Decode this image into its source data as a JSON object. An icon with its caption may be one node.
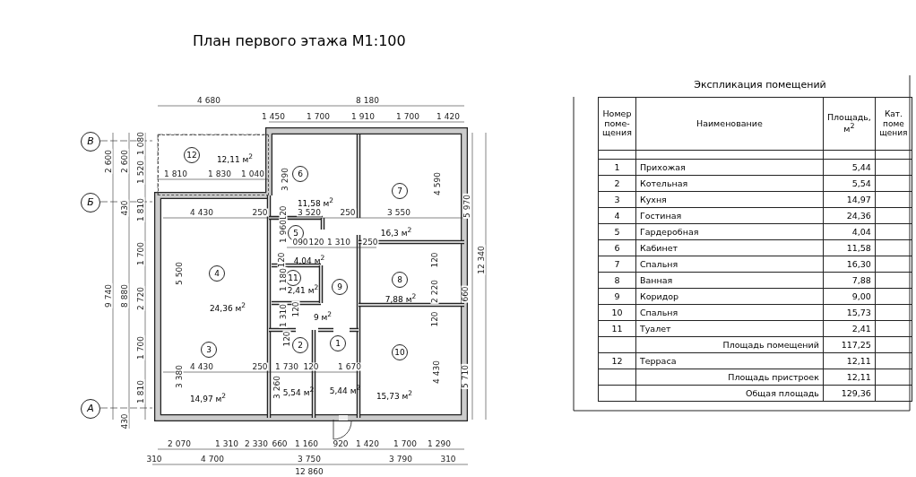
{
  "diagram": {
    "title": "План первого этажа М1:100",
    "nodes": [
      {
        "text": [
          "В"
        ]
      },
      {
        "text": [
          "12",
          "12,11 м$^{2}$"
        ]
      },
      {
        "text": [
          "6",
          "11,58 м$^{2}$"
        ]
      },
      {
        "text": [
          "7",
          "16,3 м$^{2}$"
        ]
      },
      {
        "text": [
          "Б"
        ]
      },
      {
        "text": [
          "5",
          "4,04 м$^{2}$"
        ]
      },
      {
        "text": [
          "4",
          "24,36 м$^{2}$"
        ]
      },
      {
        "text": [
          "11",
          "2,41 м$^{2}$"
        ]
      },
      {
        "text": [
          "9",
          "9 м$^{2}$"
        ]
      },
      {
        "text": [
          "8",
          "7,88 м$^{2}$"
        ]
      },
      {
        "text": [
          "3",
          "14,97 м$^{2}$"
        ]
      },
      {
        "text": [
          "2",
          "5,54 м$^{2}$"
        ]
      },
      {
        "text": [
          "1",
          "5,44 м$^{2}$"
        ]
      },
      {
        "text": [
          "10",
          "15,73 м$^{2}$"
        ]
      },
      {
        "text": [
          "А"
        ]
      }
    ],
    "labels": [
      "4 680",
      "8 180",
      "1 450",
      "1 700",
      "1 910",
      "1 700",
      "1 420",
      "2 600",
      "2 600",
      "1 080",
      "1 520",
      "1 810",
      "1 830",
      "1 040",
      "3 290",
      "5 970",
      "4 590",
      "430",
      "1 810",
      "4 430",
      "250",
      "120",
      "3 520",
      "250",
      "3 550",
      "1 960",
      "090",
      "120",
      "1 310",
      "250",
      "1 700",
      "120",
      "120",
      "12 340",
      "5 500",
      "1 180",
      "2 220",
      "660",
      "9 740",
      "8 880",
      "2 720",
      "120",
      "1 310",
      "120",
      "120",
      "1 700",
      "4 430",
      "250",
      "1 730",
      "120",
      "1 670",
      "1 810",
      "3 380",
      "3 260",
      "4 430",
      "5 710",
      "430",
      "2 070",
      "1 310",
      "2 330",
      "660",
      "1 160",
      "920",
      "1 420",
      "1 700",
      "1 290",
      "310",
      "4 700",
      "3 750",
      "3 790",
      "310",
      "12 860",
      "Экспликация помещений",
      "Номер поме- щения",
      "Наименование",
      "Площадь, м$^{2}$",
      "Кат. поме щения",
      "1",
      "Прихожая",
      "5,44",
      "2",
      "Котельная",
      "5,54",
      "3",
      "Кухня",
      "14,97",
      "4",
      "Гостиная",
      "24,36",
      "5",
      "Гардеробная",
      "4,04",
      "6",
      "Кабинет",
      "11,58",
      "7",
      "Спальня",
      "16,30",
      "8",
      "Ванная",
      "7,88",
      "9",
      "Коридор",
      "9,00",
      "10",
      "Спальня",
      "15,73",
      "11",
      "Туалет",
      "2,41",
      "Площадь помещений",
      "117,25",
      "12",
      "Терраса",
      "12,11",
      "Площадь пристроек",
      "12,11",
      "Общая площадь",
      "129,36"
    ]
  }
}
